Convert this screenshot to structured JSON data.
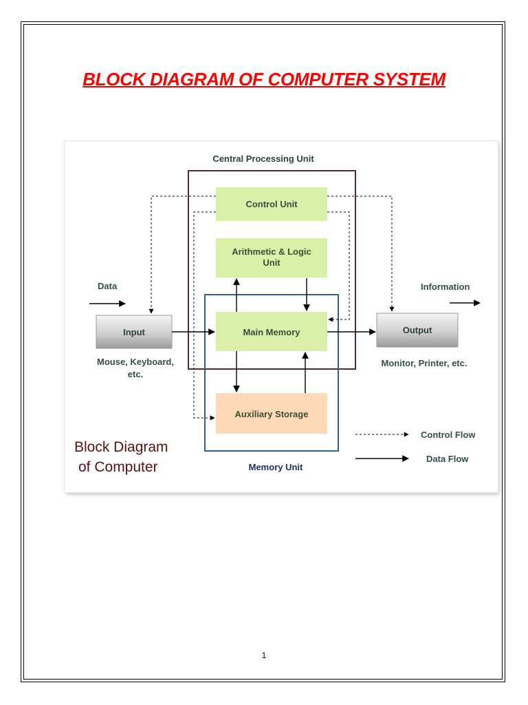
{
  "page": {
    "title": "BLOCK DIAGRAM OF COMPUTER SYSTEM",
    "page_number": "1"
  },
  "diagram": {
    "cpu_label": "Central Processing Unit",
    "memory_unit_label": "Memory Unit",
    "blocks": {
      "control_unit": "Control Unit",
      "alu_line1": "Arithmetic & Logic",
      "alu_line2": "Unit",
      "main_memory": "Main Memory",
      "auxiliary_storage": "Auxiliary Storage",
      "input": "Input",
      "output": "Output"
    },
    "labels": {
      "data": "Data",
      "information": "Information",
      "input_devices_line1": "Mouse, Keyboard,",
      "input_devices_line2": "etc.",
      "output_devices": "Monitor, Printer, etc."
    },
    "legend": {
      "control_flow": "Control Flow",
      "data_flow": "Data Flow"
    },
    "caption_line1": "Block Diagram",
    "caption_line2": "of Computer",
    "colors": {
      "green_box": "#d8f0a8",
      "storage_box": "#fdd9b5",
      "cpu_border": "#5a2a2a",
      "memory_border": "#2f5f9a",
      "title_red": "#ff0000"
    }
  }
}
